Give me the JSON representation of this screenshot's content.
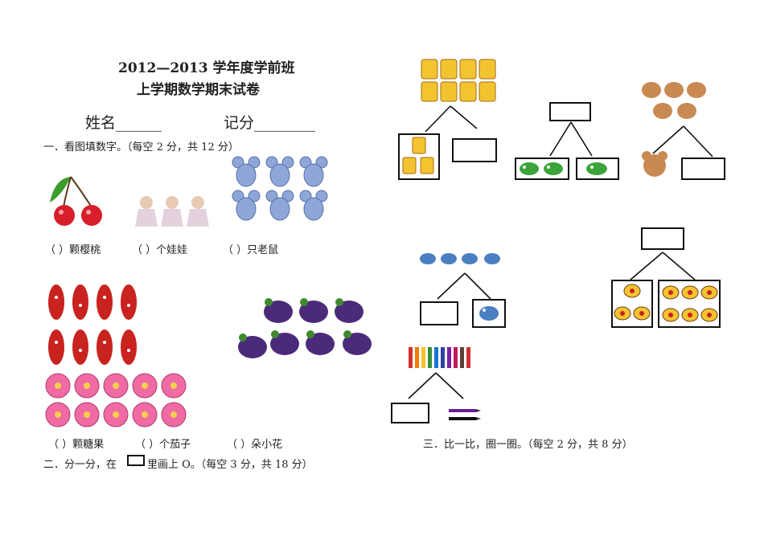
{
  "header": {
    "title_line1": "2012—2013 学年度学前班",
    "title_line2": "上学期数学期末试卷",
    "name_label": "姓名______",
    "score_label": "记分________"
  },
  "section1": {
    "heading": "一．看图填数字。（每空 2 分，共 12 分）",
    "captions": [
      "（ ）颗樱桃",
      "（ ）个娃娃",
      "（ ）只老鼠",
      "（ ）颗糖果",
      "（ ）个茄子",
      "（ ）朵小花"
    ]
  },
  "section2": {
    "heading_a": "二．分一分，在",
    "heading_b": "里画上 O。（每空 3 分，共 18 分）"
  },
  "section3": {
    "heading": "三．比一比，圈一圈。（每空 2 分，共 8 分）"
  },
  "colors": {
    "cherry": "#d81e2a",
    "candy": "#c9231f",
    "eggplant": "#4b2a7a",
    "flower": "#f06aa4",
    "mouse": "#8fa6d8",
    "fish": "#3aa43a",
    "bear": "#c98a52"
  },
  "icons": [
    "cherry-icon",
    "doll-icon",
    "mouse-icon",
    "candy-icon",
    "eggplant-icon",
    "flower-icon",
    "giraffe-icon",
    "bear-icon",
    "fish-icon",
    "bird-icon",
    "pencil-icon",
    "bee-icon"
  ]
}
